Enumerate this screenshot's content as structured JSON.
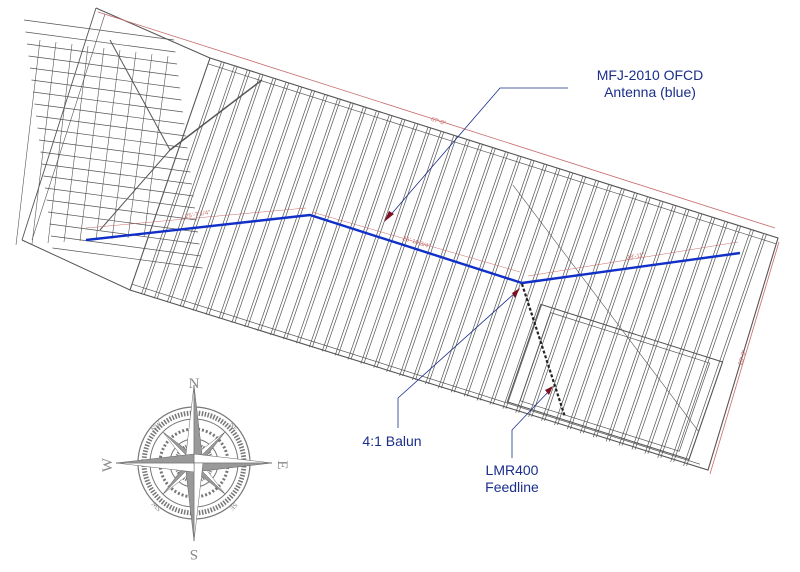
{
  "callouts": {
    "antenna_line1": "MFJ-2010 OFCD",
    "antenna_line2": "Antenna (blue)",
    "balun": "4:1 Balun",
    "feedline_line1": "LMR400",
    "feedline_line2": "Feedline"
  },
  "dimensions": {
    "overall_length": "67'-0\"",
    "overall_width": "23'-3\"",
    "antenna_leg_left": "25'-7 1/4\"",
    "antenna_leg_middle": "26'-10 3/4\"",
    "antenna_leg_right": "28'-11\""
  },
  "compass": {
    "north": "N",
    "south": "S",
    "east": "E",
    "west": "W",
    "northwest": "NW",
    "northeast": "NE",
    "southwest": "SW",
    "southeast": "SE"
  },
  "colors": {
    "antenna": "#1030c8",
    "callout": "#1a2e8a",
    "dimension": "#c86a6a",
    "framing": "#555555",
    "feedline": "#222222"
  }
}
